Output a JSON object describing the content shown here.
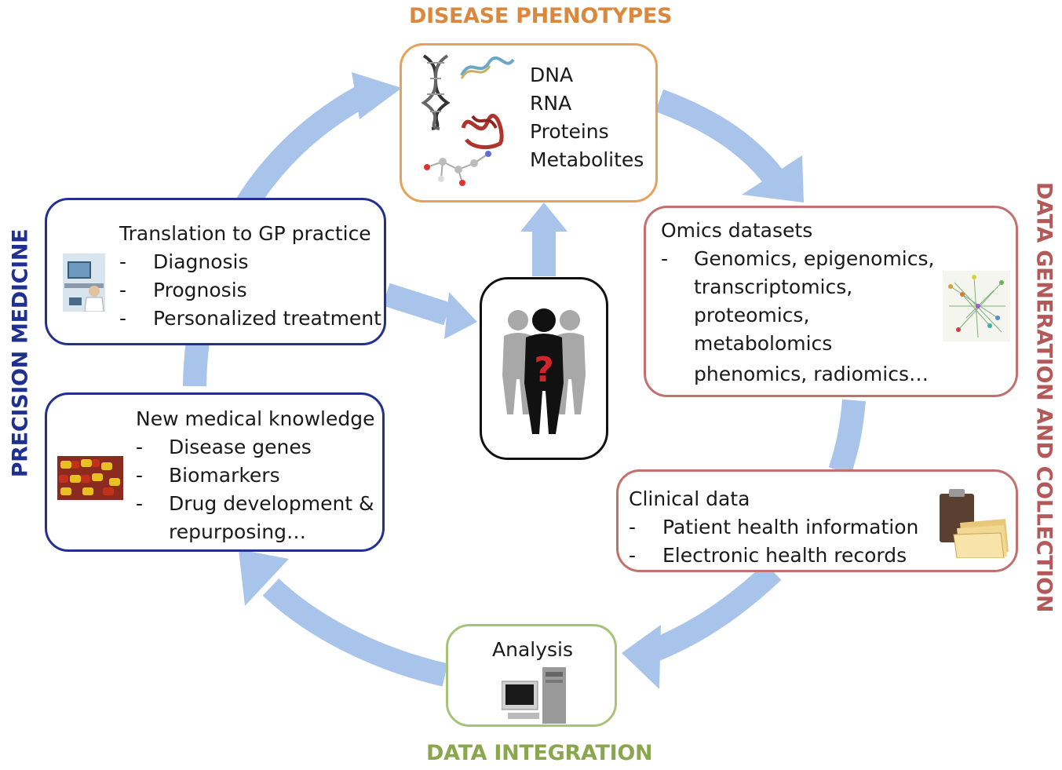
{
  "labels": {
    "disease_phenotypes": "DISEASE PHENOTYPES",
    "data_generation": "DATA GENERATION AND COLLECTION",
    "data_integration": "DATA INTEGRATION",
    "precision_medicine": "PRECISION MEDICINE"
  },
  "colors": {
    "orange": "#d9883e",
    "red": "#b4595a",
    "green": "#8aa64e",
    "blue": "#1f2f92",
    "arrow": "#a9c4ea"
  },
  "phenotypes": {
    "items": [
      "DNA",
      "RNA",
      "Proteins",
      "Metabolites"
    ],
    "icons": [
      "dna-helix-icon",
      "rna-strand-icon",
      "protein-structure-icon",
      "metabolite-molecule-icon"
    ]
  },
  "omics": {
    "title": "Omics datasets",
    "bullet": "-",
    "lines": [
      "Genomics, epigenomics,",
      "transcriptomics,",
      "proteomics,",
      "metabolomics",
      "phenomics, radiomics…"
    ],
    "icon": "network-graph-icon"
  },
  "clinical": {
    "title": "Clinical data",
    "items": [
      "Patient health information",
      "Electronic health records"
    ],
    "bullet": "-",
    "icon": "clipboard-folders-icon"
  },
  "analysis": {
    "title": "Analysis",
    "icon": "computer-workstation-icon"
  },
  "knowledge": {
    "title": "New medical knowledge",
    "items": [
      "Disease genes",
      "Biomarkers",
      "Drug development &"
    ],
    "continuation": "repurposing…",
    "bullet": "-",
    "icon": "pills-icon"
  },
  "translation": {
    "title": "Translation to GP practice",
    "items": [
      "Diagnosis",
      "Prognosis",
      "Personalized treatment"
    ],
    "bullet": "-",
    "icon": "doctor-computer-icon"
  },
  "patient": {
    "mark": "?",
    "icon": "patient-group-icon"
  }
}
